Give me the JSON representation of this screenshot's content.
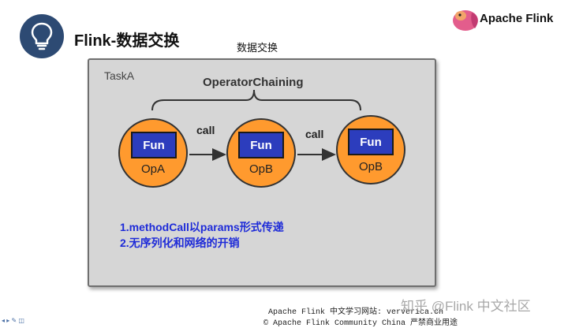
{
  "header": {
    "title": "Flink-数据交换",
    "icon": "lightbulb-icon",
    "brand": "Apache Flink",
    "brand_icon": "squirrel-logo"
  },
  "diagram": {
    "caption": "数据交换",
    "task_label": "TaskA",
    "chain_label": "OperatorChaining",
    "operators": [
      {
        "function": "Fun",
        "name": "OpA"
      },
      {
        "function": "Fun",
        "name": "OpB"
      },
      {
        "function": "Fun",
        "name": "OpB"
      }
    ],
    "edges": [
      {
        "label": "call"
      },
      {
        "label": "call"
      }
    ],
    "notes": [
      "1.methodCall以params形式传递",
      "2.无序列化和网络的开销"
    ],
    "colors": {
      "operator_fill": "#ff9a2e",
      "function_fill": "#2c3dbd",
      "note_text": "#1e2bd8",
      "task_fill": "#d6d6d6",
      "badge_fill": "#2d4a73"
    }
  },
  "footer": {
    "line1": "Apache Flink 中文学习网站: ververica.cn",
    "line2": "© Apache Flink Community China  严禁商业用途",
    "watermark": "知乎 @Flink 中文社区"
  }
}
